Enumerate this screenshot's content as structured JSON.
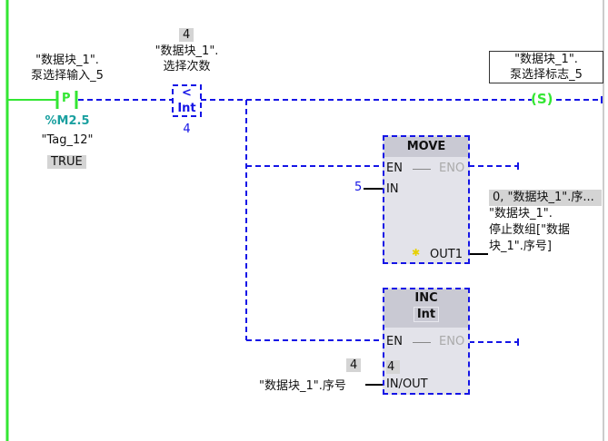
{
  "contact": {
    "label_line1": "\"数据块_1\".",
    "label_line2": "泵选择输入_5",
    "type": "P",
    "edge_address": "%M2.5",
    "edge_tag": "\"Tag_12\"",
    "value": "TRUE"
  },
  "compare": {
    "value_top": "4",
    "label_line1": "\"数据块_1\".",
    "label_line2": "选择次数",
    "operator": "<",
    "type": "Int",
    "operand2": "4"
  },
  "set_coil": {
    "label_line1": "\"数据块_1\".",
    "label_line2": "泵选择标志_5",
    "type": "S"
  },
  "move": {
    "title": "MOVE",
    "en": "EN",
    "eno": "ENO",
    "in": "IN",
    "in_value": "5",
    "out": "OUT1",
    "out_value": "0, \"数据块_1\".序...",
    "out_line1": "\"数据块_1\".",
    "out_line2": "停止数组[\"数据",
    "out_line3": "块_1\".序号]"
  },
  "inc": {
    "title": "INC",
    "type": "Int",
    "en": "EN",
    "eno": "ENO",
    "value_inside": "4",
    "value_outside": "4",
    "inout": "IN/OUT",
    "operand": "\"数据块_1\".序号"
  },
  "colors": {
    "rail": "#33e633",
    "wire": "#1414e6",
    "address": "#1aa0a0"
  }
}
